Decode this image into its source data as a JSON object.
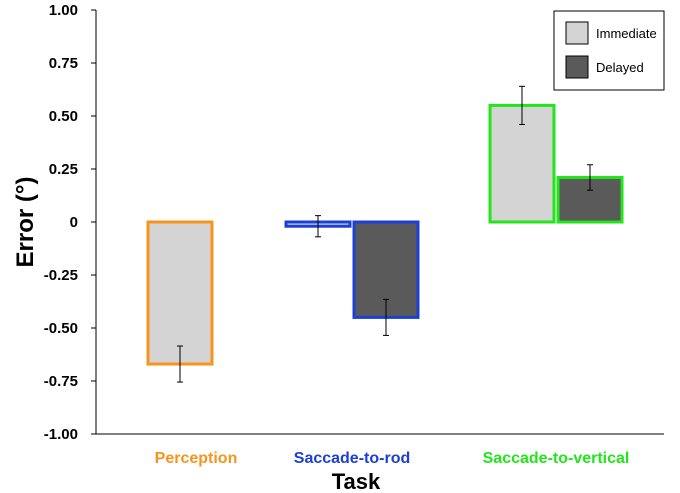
{
  "chart_data": {
    "type": "bar",
    "xlabel": "Task",
    "ylabel": "Error (°)",
    "ylim": [
      -1.0,
      1.0
    ],
    "yticks": [
      "1.00",
      "0.75",
      "0.50",
      "0.25",
      "0",
      "-0.25",
      "-0.50",
      "-0.75",
      "-1.00"
    ],
    "yticks_values": [
      1.0,
      0.75,
      0.5,
      0.25,
      0,
      -0.25,
      -0.5,
      -0.75,
      -1.0
    ],
    "categories": [
      {
        "label": "Perception",
        "color": "#f7941d"
      },
      {
        "label": "Saccade-to-rod",
        "color": "#1c3fd6"
      },
      {
        "label": "Saccade-to-vertical",
        "color": "#22e51a"
      }
    ],
    "series": [
      {
        "name": "Immediate",
        "fill": "#d4d4d4",
        "values": [
          -0.67,
          -0.02,
          0.55
        ],
        "errors": [
          0.085,
          0.05,
          0.09
        ]
      },
      {
        "name": "Delayed",
        "fill": "#5a5a5a",
        "values": [
          null,
          -0.45,
          0.21
        ],
        "errors": [
          null,
          0.085,
          0.06
        ]
      }
    ],
    "legend_position": "top-right",
    "grid": false
  }
}
